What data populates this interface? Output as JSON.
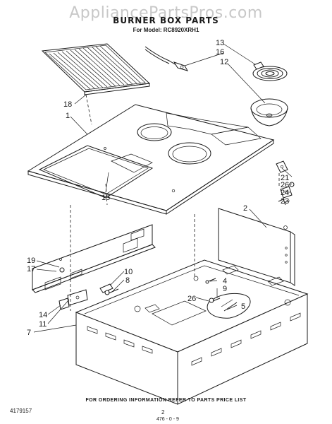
{
  "header": {
    "watermark": "AppliancePartsPros.com",
    "title": "BURNER BOX PARTS",
    "model_line": "For Model: RC8920XRH1"
  },
  "callouts": {
    "c13": "13",
    "c16": "16",
    "c12": "12",
    "c18": "18",
    "c1": "1",
    "c21": "21",
    "c26a": "26",
    "c24": "24",
    "c23": "23",
    "c2": "2",
    "c15": "15",
    "c19": "19",
    "c17": "17",
    "c10": "10",
    "c8": "8",
    "c4": "4",
    "c9": "9",
    "c26b": "26",
    "c5": "5",
    "c14": "14",
    "c11": "11",
    "c7": "7"
  },
  "footer": {
    "ordering_note": "FOR ORDERING INFORMATION REFER TO PARTS PRICE LIST",
    "document_number": "4179157",
    "page_number": "2",
    "date_code": "476 - 0 - 9"
  }
}
